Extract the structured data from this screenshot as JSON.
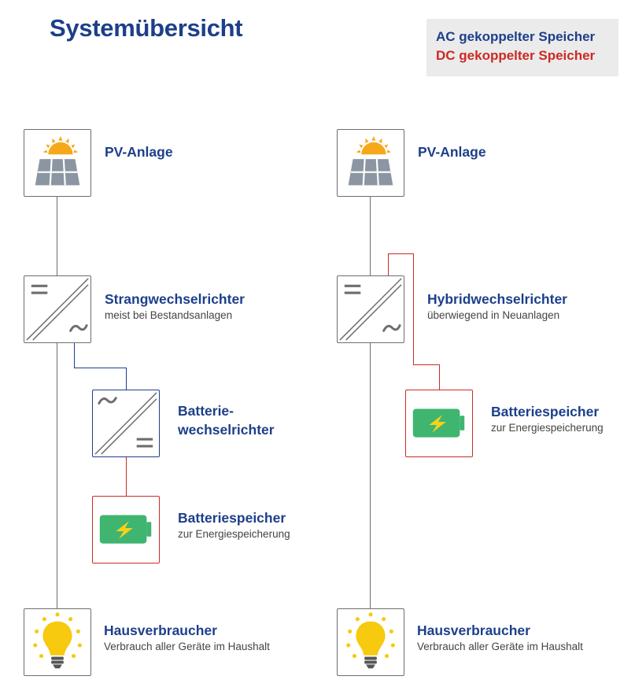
{
  "title": "Systemübersicht",
  "legend": {
    "ac": "AC gekoppelter Speicher",
    "dc": "DC gekoppelter Speicher"
  },
  "colors": {
    "ac": "#1d3f8a",
    "dc": "#cc2a23",
    "wire": "#6e6e6e",
    "battery": "#3fb56f",
    "bolt": "#f5d21a",
    "sun": "#f6a81b",
    "bulb": "#f7c90f"
  },
  "left": {
    "pv": {
      "title": "PV-Anlage",
      "icon": "solar-panel-icon"
    },
    "inverter": {
      "title": "Strangwechselrichter",
      "subtitle": "meist bei Bestandsanlagen",
      "icon": "inverter-icon"
    },
    "battery_inverter": {
      "title_line1": "Batterie-",
      "title_line2": "wechselrichter",
      "icon": "inverter-icon"
    },
    "battery": {
      "title": "Batteriespeicher",
      "subtitle": "zur Energiespeicherung",
      "icon": "battery-icon"
    },
    "consumer": {
      "title": "Hausverbraucher",
      "subtitle": "Verbrauch aller Geräte im Haushalt",
      "icon": "lightbulb-icon"
    }
  },
  "right": {
    "pv": {
      "title": "PV-Anlage",
      "icon": "solar-panel-icon"
    },
    "inverter": {
      "title": "Hybridwechselrichter",
      "subtitle": "überwiegend in Neuanlagen",
      "icon": "inverter-icon"
    },
    "battery": {
      "title": "Batteriespeicher",
      "subtitle": "zur Energiespeicherung",
      "icon": "battery-icon"
    },
    "consumer": {
      "title": "Hausverbraucher",
      "subtitle": "Verbrauch aller Geräte im Haushalt",
      "icon": "lightbulb-icon"
    }
  }
}
